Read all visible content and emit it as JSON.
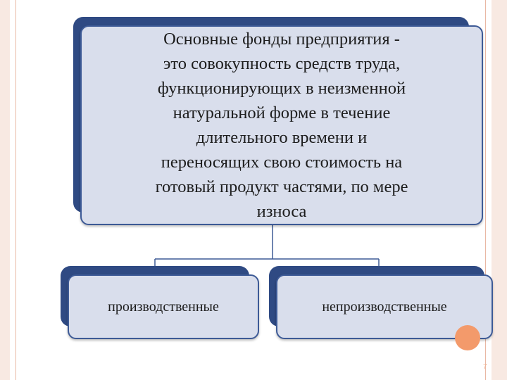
{
  "definition": {
    "text": "Основные фонды предприятия -\nэто совокупность средств труда,\nфункционирующих в неизменной\nнатуральной форме в течение\nдлительного времени и\nпереносящих свою стоимость на\nготовый продукт частями, по мере\nизноса"
  },
  "categories": [
    {
      "label": "производственные"
    },
    {
      "label": "непроизводственные"
    }
  ],
  "slide": {
    "page_number": "7"
  },
  "colors": {
    "card_fill": "#d9deec",
    "card_border": "#3d5a96",
    "card_shadow": "#2f4a83",
    "frame": "#f8e9e2",
    "accent": "#f39a6b"
  }
}
